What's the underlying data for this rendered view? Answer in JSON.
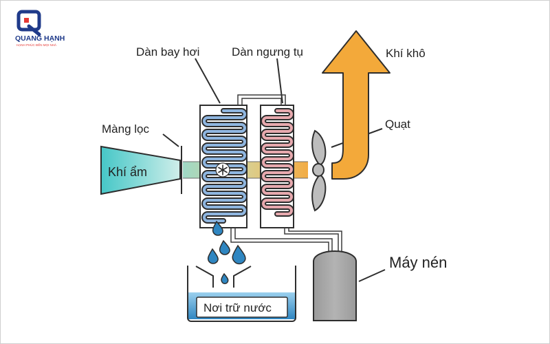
{
  "logo": {
    "name": "QUANG HẠNH",
    "tagline": "HẠNH PHÚC ĐẾN MỌI NHÀ",
    "color_primary": "#1f3a8a",
    "color_accent": "#e53935"
  },
  "labels": {
    "evaporator": "Dàn bay hơi",
    "condenser": "Dàn ngưng tụ",
    "dry_air": "Khí khô",
    "filter": "Màng lọc",
    "fan": "Quạt",
    "humid_air": "Khí ẩm",
    "compressor": "Máy nén",
    "water_tank": "Nơi trữ nước"
  },
  "icons": {
    "cooling": "snowflake-icon",
    "fan": "fan-icon",
    "water": "water-drop-icon"
  },
  "colors": {
    "humid_air": "#46c7c7",
    "dry_air": "#f3a93a",
    "cold_coil": "#8fb6e0",
    "hot_coil": "#e7a9ae",
    "water": "#2f86c1",
    "compressor": "#a3a3a3",
    "fan": "#bdbdbd"
  }
}
